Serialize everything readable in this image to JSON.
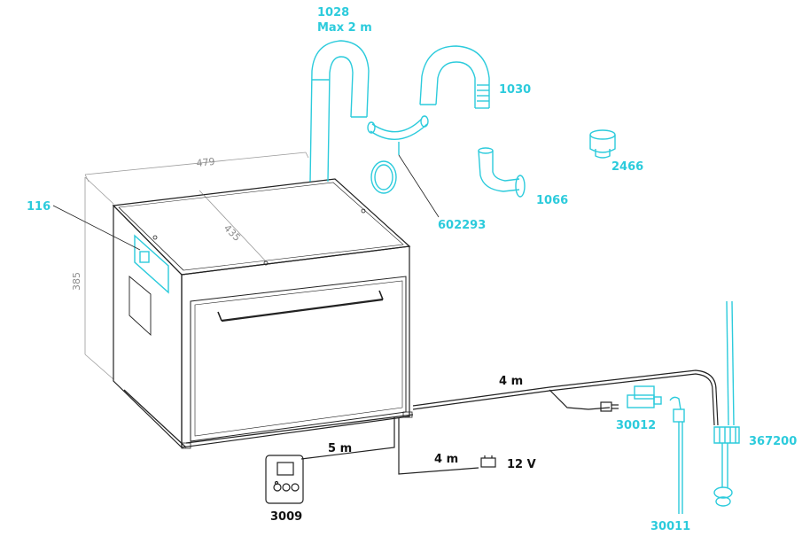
{
  "colors": {
    "part": "#2ccbdc",
    "line": "#222222",
    "dimension": "#8c8c8c"
  },
  "labels": {
    "hose_1028": "1028",
    "hose_1028_note": "Max 2 m",
    "hose_1030": "1030",
    "part_2466": "2466",
    "part_1066": "1066",
    "part_602293": "602293",
    "part_116": "116",
    "part_30012": "30012",
    "part_30011": "30011",
    "part_367200": "367200",
    "part_3009": "3009"
  },
  "cables": {
    "length_main": "4 m",
    "length_panel": "5 m",
    "length_power": "4 m",
    "voltage": "12 V"
  },
  "dimensions": {
    "width": "479",
    "depth": "435",
    "height": "385"
  }
}
